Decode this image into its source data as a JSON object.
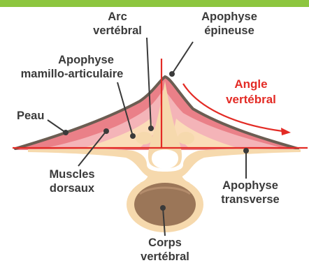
{
  "colors": {
    "accent_bar": "#8dc63f",
    "skin": "#6b5d52",
    "muscle": "#ea8088",
    "muscle_light": "#f4b4b8",
    "fat": "#fbdcb8",
    "bone": "#f6d9ad",
    "vertebral_body": "#9b7658",
    "label_text": "#3a3a3a",
    "angle_red": "#e32b25"
  },
  "labels": {
    "arc": [
      "Arc",
      "vertébral"
    ],
    "apophyse_epineuse": [
      "Apophyse",
      "épineuse"
    ],
    "apophyse_mamillo": [
      "Apophyse",
      "mamillo-articulaire"
    ],
    "angle": [
      "Angle",
      "vertébral"
    ],
    "peau": "Peau",
    "muscles": [
      "Muscles",
      "dorsaux"
    ],
    "apophyse_transverse": [
      "Apophyse",
      "transverse"
    ],
    "corps": [
      "Corps",
      "vertébral"
    ]
  }
}
